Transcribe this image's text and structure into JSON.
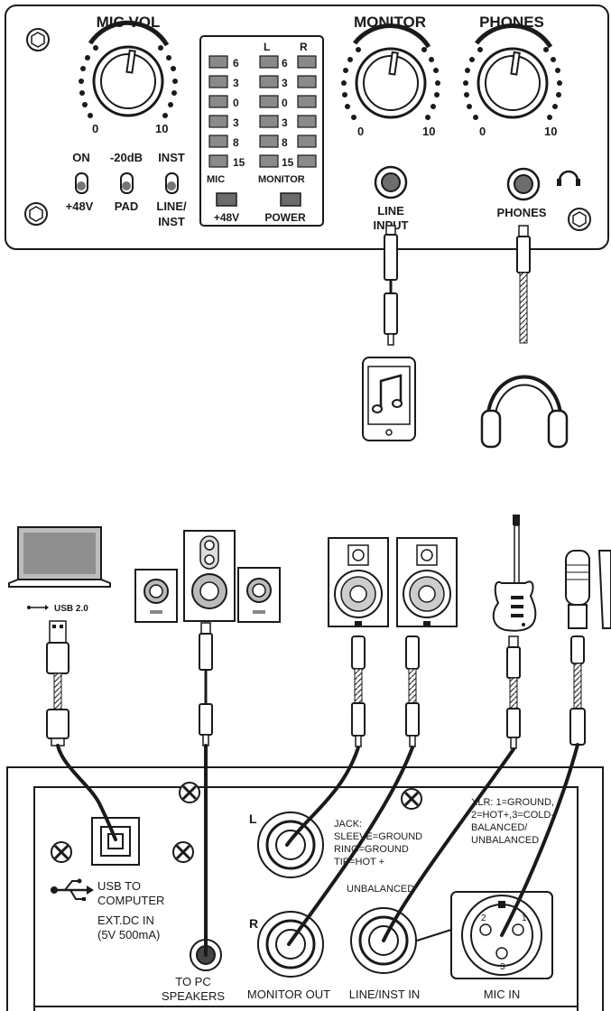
{
  "front_panel": {
    "mic_vol": {
      "title": "MIC VOL",
      "min": "0",
      "max": "10"
    },
    "monitor": {
      "title": "MONITOR",
      "min": "0",
      "max": "10"
    },
    "phones": {
      "title": "PHONES",
      "min": "0",
      "max": "10"
    },
    "switches": [
      {
        "top": "ON",
        "bottom": "+48V"
      },
      {
        "top": "-20dB",
        "bottom": "PAD"
      },
      {
        "top": "INST",
        "bottom_line1": "LINE/",
        "bottom_line2": "INST"
      }
    ],
    "meter": {
      "header_left": "L",
      "header_right": "R",
      "mic_levels": [
        "6",
        "3",
        "0",
        "3",
        "8",
        "15"
      ],
      "left_levels": [
        "6",
        "3",
        "0",
        "3",
        "8",
        "15"
      ],
      "mic_label": "MIC",
      "monitor_label": "MONITOR",
      "phantom_label": "+48V",
      "power_label": "POWER"
    },
    "line_input_line1": "LINE",
    "line_input_line2": "INPUT",
    "phones_jack": "PHONES"
  },
  "devices": {
    "usb_label": "USB 2.0"
  },
  "rear_panel": {
    "usb_line1": "USB TO",
    "usb_line2": "COMPUTER",
    "dc_line1": "EXT.DC IN",
    "dc_line2": "(5V 500mA)",
    "to_pc_line1": "TO PC",
    "to_pc_line2": "SPEAKERS",
    "monitor_out": "MONITOR OUT",
    "line_inst_in": "LINE/INST IN",
    "mic_in": "MIC IN",
    "left": "L",
    "right": "R",
    "jack_lines": [
      "JACK:",
      "SLEEVE=GROUND",
      "RING=GROUND",
      "TIP=HOT +"
    ],
    "unbalanced": "UNBALANCED",
    "xlr_lines": [
      "XLR: 1=GROUND,",
      "2=HOT+,3=COLD-",
      "BALANCED/",
      "UNBALANCED"
    ],
    "pins": [
      "2",
      "1",
      "3"
    ]
  }
}
